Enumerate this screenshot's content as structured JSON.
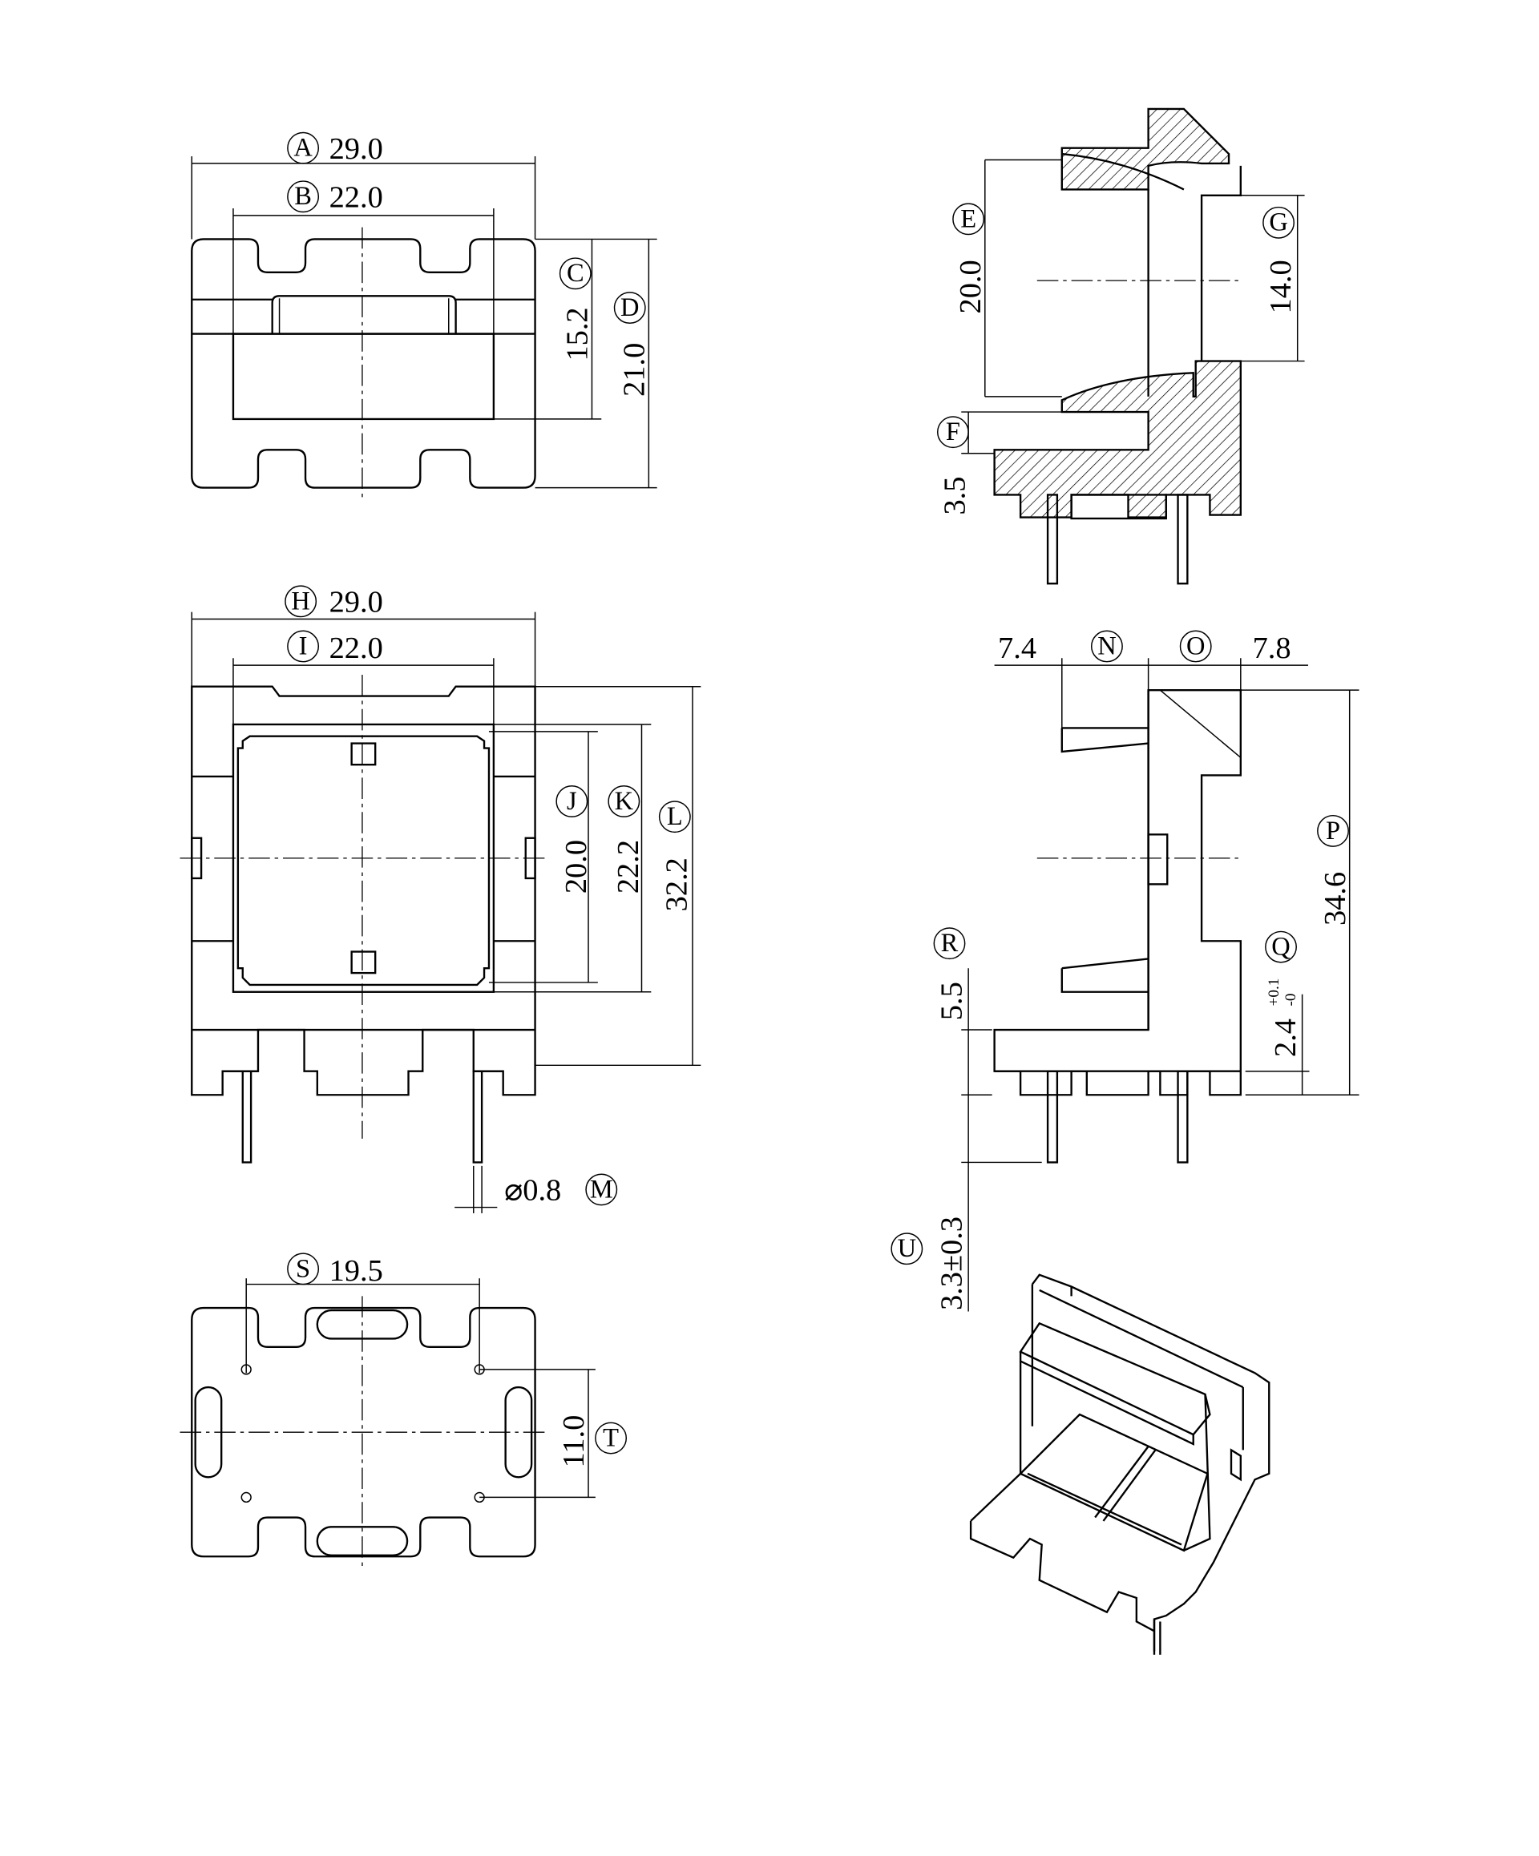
{
  "dimensions": {
    "A": {
      "letter": "A",
      "value": "29.0"
    },
    "B": {
      "letter": "B",
      "value": "22.0"
    },
    "C": {
      "letter": "C",
      "value": "15.2"
    },
    "D": {
      "letter": "D",
      "value": "21.0"
    },
    "E": {
      "letter": "E",
      "value": "20.0"
    },
    "F": {
      "letter": "F",
      "value": "3.5"
    },
    "G": {
      "letter": "G",
      "value": "14.0"
    },
    "H": {
      "letter": "H",
      "value": "29.0"
    },
    "I": {
      "letter": "I",
      "value": "22.0"
    },
    "J": {
      "letter": "J",
      "value": "20.0"
    },
    "K": {
      "letter": "K",
      "value": "22.2"
    },
    "L": {
      "letter": "L",
      "value": "32.2"
    },
    "M": {
      "letter": "M",
      "value": "⌀0.8"
    },
    "N": {
      "letter": "N",
      "value": "7.4"
    },
    "O": {
      "letter": "O",
      "value": "7.8"
    },
    "P": {
      "letter": "P",
      "value": "34.6"
    },
    "Q": {
      "letter": "Q",
      "value": "2.4",
      "tol_plus": "+0.1",
      "tol_minus": "-0"
    },
    "R": {
      "letter": "R",
      "value": "5.5"
    },
    "S": {
      "letter": "S",
      "value": "19.5"
    },
    "T": {
      "letter": "T",
      "value": "11.0"
    },
    "U": {
      "letter": "U",
      "value": "3.3±0.3"
    }
  }
}
